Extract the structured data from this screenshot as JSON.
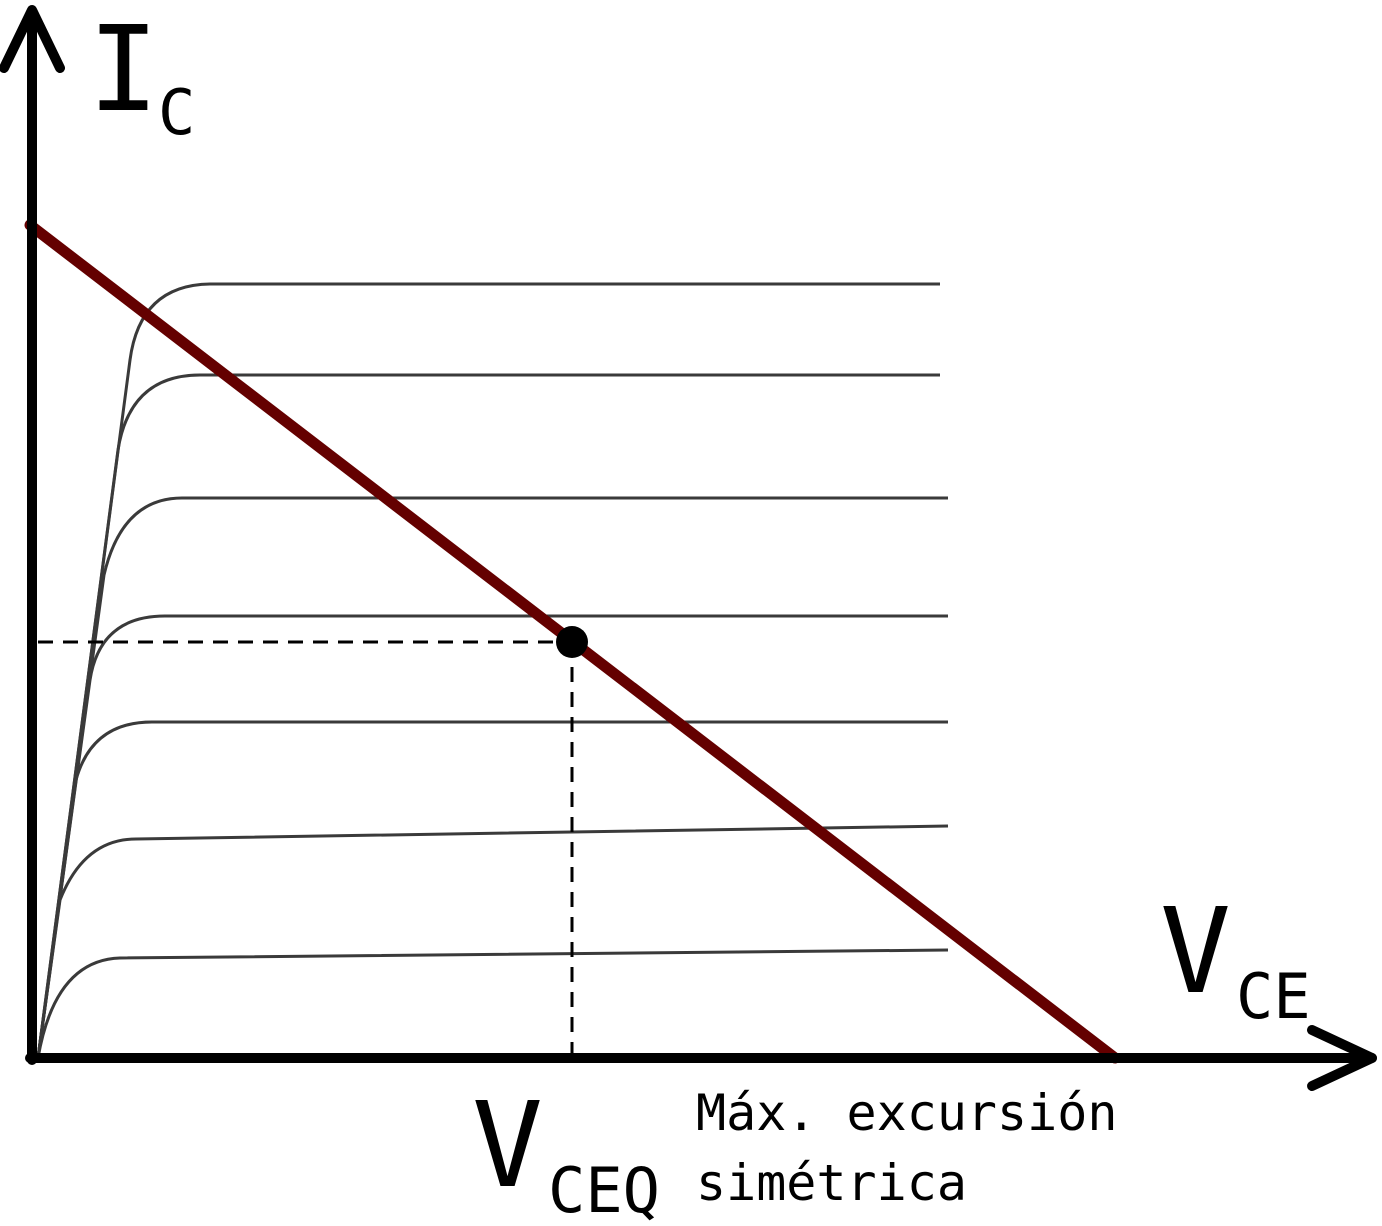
{
  "axes": {
    "y_label_main": "I",
    "y_label_sub": "C",
    "x_label_main": "V",
    "x_label_sub": "CE"
  },
  "q_point": {
    "label_main": "V",
    "label_sub": "CEQ"
  },
  "annotation": {
    "line1": "Máx. excursión",
    "line2": "simétrica"
  },
  "curves": {
    "count": 7,
    "description_free": true
  },
  "colors": {
    "axis": "#000000",
    "curve": "#3a3a3a",
    "load_line": "#640000",
    "guide": "#000000"
  }
}
